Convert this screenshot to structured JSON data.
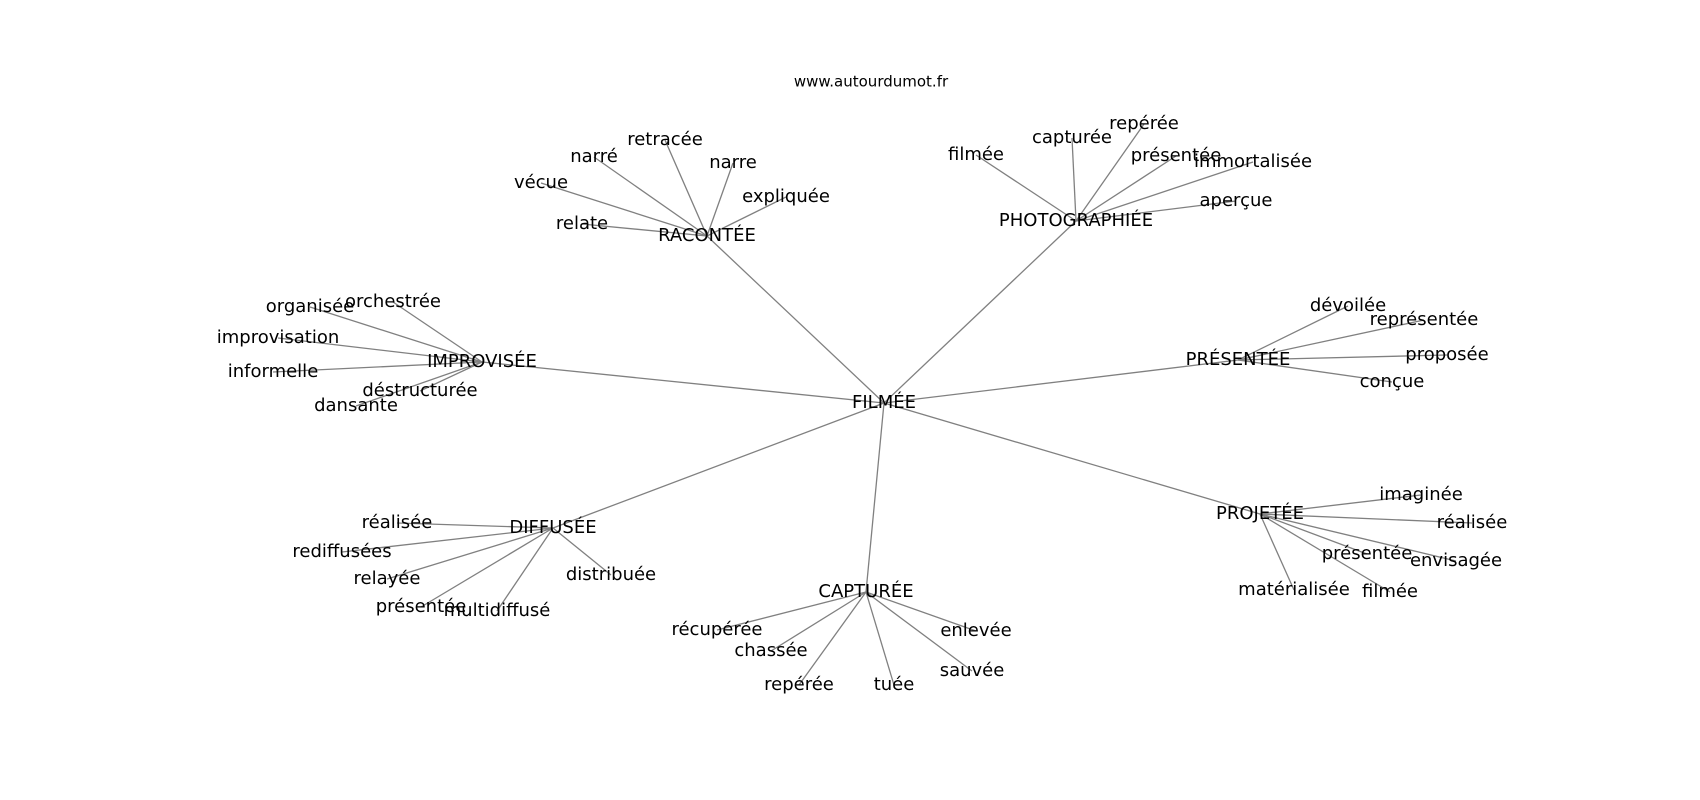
{
  "site_label": "www.autourdumot.fr",
  "diagram": {
    "type": "word-network",
    "root": "FILMÉE",
    "branches": [
      {
        "label": "RACONTÉE",
        "leaves": [
          "relate",
          "vécue",
          "narré",
          "retracée",
          "narre",
          "expliquée"
        ]
      },
      {
        "label": "PHOTOGRAPHIÉE",
        "leaves": [
          "filmée",
          "capturée",
          "repérée",
          "présentée",
          "immortalisée",
          "aperçue"
        ]
      },
      {
        "label": "IMPROVISÉE",
        "leaves": [
          "organisée",
          "orchestrée",
          "improvisation",
          "informelle",
          "déstructurée",
          "dansante"
        ]
      },
      {
        "label": "PRÉSENTÉE",
        "leaves": [
          "dévoilée",
          "représentée",
          "proposée",
          "conçue"
        ]
      },
      {
        "label": "DIFFUSÉE",
        "leaves": [
          "réalisée",
          "rediffusées",
          "relayée",
          "présentée",
          "multidiffusé",
          "distribuée"
        ]
      },
      {
        "label": "CAPTURÉE",
        "leaves": [
          "récupérée",
          "chassée",
          "repérée",
          "tuée",
          "sauvée",
          "enlevée"
        ]
      },
      {
        "label": "PROJETÉE",
        "leaves": [
          "imaginée",
          "réalisée",
          "envisagée",
          "filmée",
          "présentée",
          "matérialisée"
        ]
      }
    ]
  }
}
